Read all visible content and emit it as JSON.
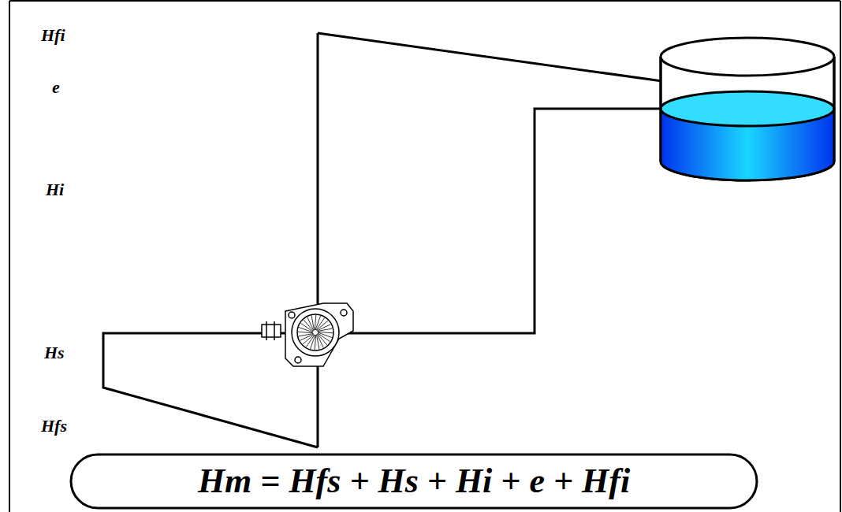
{
  "diagram": {
    "nodes": [
      {
        "text": [
          "Hm = Hfs + Hs + Hi + e + Hfi"
        ]
      }
    ],
    "labels": [
      "Hfi",
      "e",
      "Hi",
      "Hs",
      "Hfs"
    ]
  }
}
